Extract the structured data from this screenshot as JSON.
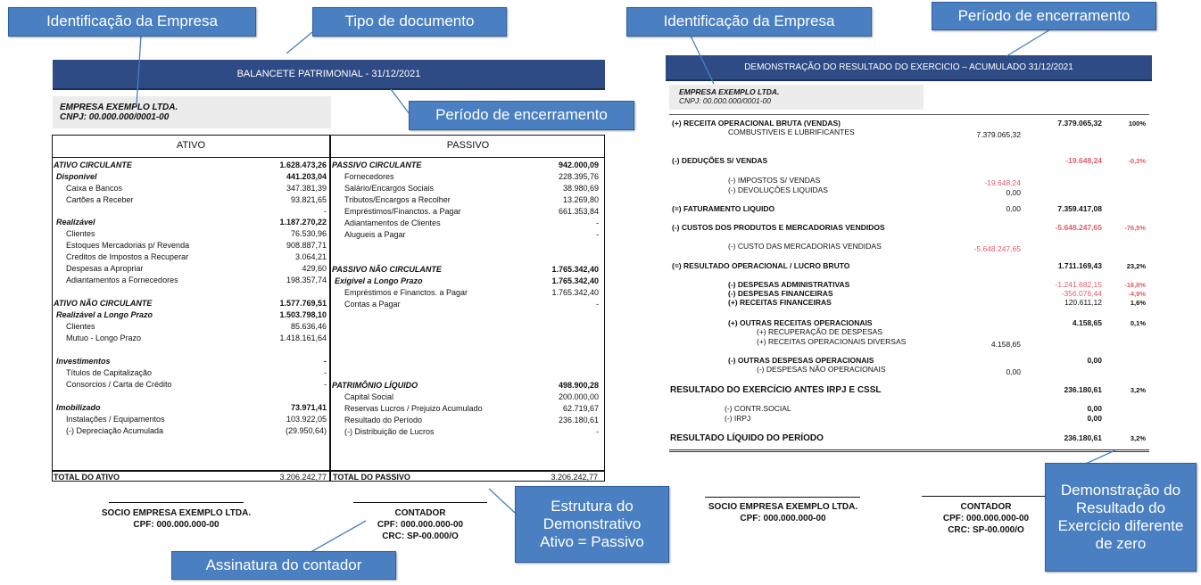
{
  "callouts": {
    "id_empresa_left": "Identificação da Empresa",
    "tipo_documento": "Tipo de documento",
    "periodo_left": "Período de encerramento",
    "estrutura": "Estrutura do Demonstrativo Ativo = Passivo",
    "assinatura": "Assinatura do contador",
    "id_empresa_right": "Identificação da Empresa",
    "periodo_right": "Período de encerramento",
    "dre_nao_zero": "Demonstração do Resultado do Exercício diferente de zero"
  },
  "balancete": {
    "title": "BALANCETE PATRIMONIAL - 31/12/2021",
    "company": "EMPRESA EXEMPLO LTDA.",
    "cnpj": "CNPJ: 00.000.000/0001-00",
    "ativo_header": "ATIVO",
    "passivo_header": "PASSIVO",
    "ativo": [
      {
        "label": "ATIVO CIRCULANTE",
        "value": "1.628.473,26",
        "style": "bi"
      },
      {
        "label": "Disponível",
        "value": "441.203,04",
        "style": "bi"
      },
      {
        "label": "Caixa e Bancos",
        "value": "347.381,39",
        "style": "i"
      },
      {
        "label": "Cartões a Receber",
        "value": "93.821,65",
        "style": "i"
      },
      {
        "label": "",
        "value": "-",
        "style": "i"
      },
      {
        "label": "Realizável",
        "value": "1.187.270,22",
        "style": "bi"
      },
      {
        "label": "Clientes",
        "value": "76.530,96",
        "style": "i"
      },
      {
        "label": "Estoques Mercadorias p/ Revenda",
        "value": "908.887,71",
        "style": "i"
      },
      {
        "label": "Creditos de Impostos a Recuperar",
        "value": "3.064,21",
        "style": "i"
      },
      {
        "label": "Despesas a Apropriar",
        "value": "429,60",
        "style": "i"
      },
      {
        "label": "Adiantamentos a Fornecedores",
        "value": "198.357,74",
        "style": "i"
      },
      {
        "label": "ATIVO NÃO CIRCULANTE",
        "value": "1.577.769,51",
        "style": "bi"
      },
      {
        "label": "Realizável a Longo Prazo",
        "value": "1.503.798,10",
        "style": "bi"
      },
      {
        "label": "Clientes",
        "value": "85.636,46",
        "style": "i"
      },
      {
        "label": "Mutuo - Longo Prazo",
        "value": "1.418.161,64",
        "style": "i"
      },
      {
        "label": "Investimentos",
        "value": "-",
        "style": "bi"
      },
      {
        "label": "Títulos de Capitalização",
        "value": "-",
        "style": "i"
      },
      {
        "label": "Consorcios / Carta de Crédito",
        "value": "-",
        "style": "i"
      },
      {
        "label": "Imobilizado",
        "value": "73.971,41",
        "style": "bi"
      },
      {
        "label": "Instalações / Equipamentos",
        "value": "103.922,05",
        "style": "i"
      },
      {
        "label": "(-) Depreciação Acumulada",
        "value": "(29.950,64)",
        "style": "i"
      }
    ],
    "passivo": [
      {
        "label": "PASSIVO CIRCULANTE",
        "value": "942.000,09",
        "style": "bi"
      },
      {
        "label": "Fornecedores",
        "value": "228.395,76",
        "style": "i"
      },
      {
        "label": "Salário/Encargos Sociais",
        "value": "38.980,69",
        "style": "i"
      },
      {
        "label": "Tributos/Encargos a Recolher",
        "value": "13.269,80",
        "style": "i"
      },
      {
        "label": "Empréstimos/Financtos. a Pagar",
        "value": "661.353,84",
        "style": "i"
      },
      {
        "label": "Adiantamentos de Clientes",
        "value": "-",
        "style": "i"
      },
      {
        "label": "Alugueis a Pagar",
        "value": "-",
        "style": "i"
      },
      {
        "label": "PASSIVO NÃO CIRCULANTE",
        "value": "1.765.342,40",
        "style": "bi"
      },
      {
        "label": "Exigível a Longo Prazo",
        "value": "1.765.342,40",
        "style": "bi"
      },
      {
        "label": "Empréstimos e Financtos. a Pagar",
        "value": "1.765.342,40",
        "style": "i"
      },
      {
        "label": "Contas a Pagar",
        "value": "-",
        "style": "i"
      },
      {
        "label": "PATRIMÔNIO LÍQUIDO",
        "value": "498.900,28",
        "style": "bi"
      },
      {
        "label": "Capital Social",
        "value": "200.000,00",
        "style": "i"
      },
      {
        "label": "Reservas Lucros / Prejuizo Acumulado",
        "value": "62.719,67",
        "style": "i"
      },
      {
        "label": "Resultado do Período",
        "value": "236.180,61",
        "style": "i"
      },
      {
        "label": "(-) Distribuição de Lucros",
        "value": "-",
        "style": "i"
      }
    ],
    "total_ativo_label": "TOTAL DO ATIVO",
    "total_ativo_value": "3.206.242,77",
    "total_passivo_label": "TOTAL DO PASSIVO",
    "total_passivo_value": "3.206.242,77",
    "sig_socio_1": "SOCIO EMPRESA EXEMPLO LTDA.",
    "sig_socio_2": "CPF: 000.000.000-00",
    "sig_contador_1": "CONTADOR",
    "sig_contador_2": "CPF: 000.000.000-00",
    "sig_contador_3": "CRC: SP-00.000/O"
  },
  "dre": {
    "title": "DEMONSTRAÇÃO DO RESULTADO DO EXERCICIO – ACUMULADO 31/12/2021",
    "company": "EMPRESA EXEMPLO LTDA.",
    "cnpj": "CNPJ: 00.000.000/0001-00",
    "rows": [
      {
        "label": "(+) RECEITA OPERACIONAL BRUTA (VENDAS)",
        "c1": "",
        "c2": "7.379.065,32",
        "pct": "100%"
      },
      {
        "label": "COMBUSTIVEIS E LUBRIFICANTES",
        "c1": "7.379.065,32",
        "c2": "",
        "pct": ""
      },
      {
        "label": "(-) DEDUÇÕES S/ VENDAS",
        "c1": "",
        "c2": "-19.648,24",
        "pct": "-0,3%"
      },
      {
        "label": "(-) IMPOSTOS S/ VENDAS",
        "c1": "-19.648,24",
        "c2": "",
        "pct": ""
      },
      {
        "label": "(-) DEVOLUÇÕES LIQUIDAS",
        "c1": "0,00",
        "c2": "",
        "pct": ""
      },
      {
        "label": "(=) FATURAMENTO LIQUIDO",
        "c1": "0,00",
        "c2": "7.359.417,08",
        "pct": ""
      },
      {
        "label": "(-) CUSTOS DOS PRODUTOS E MERCADORIAS VENDIDOS",
        "c1": "",
        "c2": "-5.648.247,65",
        "pct": "-76,5%"
      },
      {
        "label": "(-) CUSTO DAS MERCADORIAS VENDIDAS",
        "c1": "-5.648.247,65",
        "c2": "",
        "pct": ""
      },
      {
        "label": "(=) RESULTADO OPERACIONAL / LUCRO BRUTO",
        "c1": "",
        "c2": "1.711.169,43",
        "pct": "23,2%"
      },
      {
        "label": "(-) DESPESAS ADMINISTRATIVAS",
        "c1": "",
        "c2": "-1.241.682,15",
        "pct": "-16,8%"
      },
      {
        "label": "(-) DESPESAS FINANCEIRAS",
        "c1": "",
        "c2": "-356.076,44",
        "pct": "-4,9%"
      },
      {
        "label": "(+) RECEITAS FINANCEIRAS",
        "c1": "",
        "c2": "120.611,12",
        "pct": "1,6%"
      },
      {
        "label": "(+) OUTRAS RECEITAS OPERACIONAIS",
        "c1": "",
        "c2": "4.158,65",
        "pct": "0,1%"
      },
      {
        "label": "(+) RECUPERAÇÃO DE DESPESAS",
        "c1": "",
        "c2": "",
        "pct": ""
      },
      {
        "label": "(+) RECEITAS OPERACIONAIS DIVERSAS",
        "c1": "4.158,65",
        "c2": "",
        "pct": ""
      },
      {
        "label": "(-) OUTRAS DESPESAS OPERACIONAIS",
        "c1": "",
        "c2": "0,00",
        "pct": ""
      },
      {
        "label": "(-) DESPESAS NÃO OPERACIONAIS",
        "c1": "0,00",
        "c2": "",
        "pct": ""
      },
      {
        "label": "RESULTADO DO EXERCÍCIO ANTES IRPJ E CSSL",
        "c1": "",
        "c2": "236.180,61",
        "pct": "3,2%"
      },
      {
        "label": "(-) CONTR.SOCIAL",
        "c1": "",
        "c2": "0,00",
        "pct": ""
      },
      {
        "label": "(-) IRPJ",
        "c1": "",
        "c2": "0,00",
        "pct": ""
      },
      {
        "label": "RESULTADO LÍQUIDO DO PERÍODO",
        "c1": "",
        "c2": "236.180,61",
        "pct": "3,2%"
      }
    ],
    "sig_socio_1": "SOCIO EMPRESA EXEMPLO LTDA.",
    "sig_socio_2": "CPF: 000.000.000-00",
    "sig_contador_1": "CONTADOR",
    "sig_contador_2": "CPF: 000.000.000-00",
    "sig_contador_3": "CRC: SP-00.000/O"
  }
}
